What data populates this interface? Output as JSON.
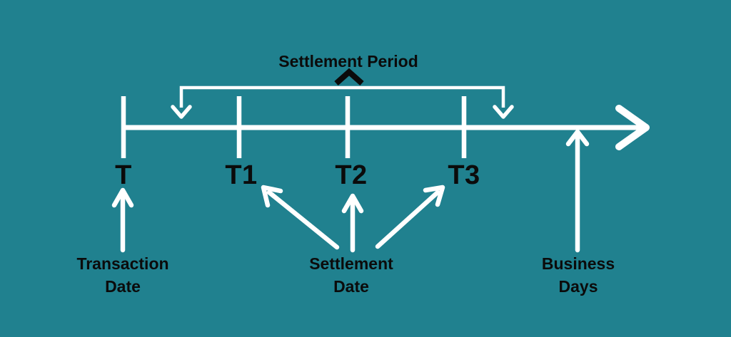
{
  "colors": {
    "background": "#20818F",
    "line": "#FFFFFF",
    "text": "#0B0B0B"
  },
  "title": "Settlement Period",
  "ticks": [
    {
      "label": "T"
    },
    {
      "label": "T1"
    },
    {
      "label": "T2"
    },
    {
      "label": "T3"
    }
  ],
  "captions": {
    "transaction": {
      "line1": "Transaction",
      "line2": "Date"
    },
    "settlement": {
      "line1": "Settlement",
      "line2": "Date"
    },
    "business": {
      "line1": "Business",
      "line2": "Days"
    }
  }
}
